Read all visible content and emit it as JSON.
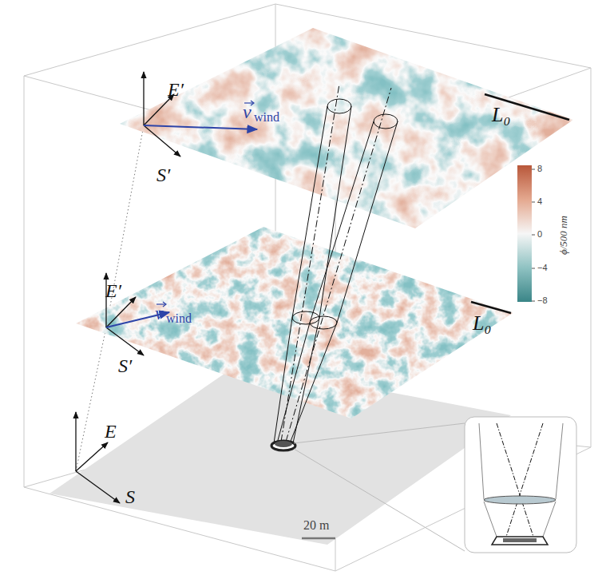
{
  "diagram": {
    "labels": [
      "E′",
      "S′",
      "v",
      "wind",
      "L₀",
      "8",
      "4",
      "0",
      "−4",
      "−8",
      "ϕ/500 nm",
      "E′",
      "S′",
      "v",
      "wind",
      "L₀",
      "E",
      "S",
      "20 m"
    ]
  }
}
